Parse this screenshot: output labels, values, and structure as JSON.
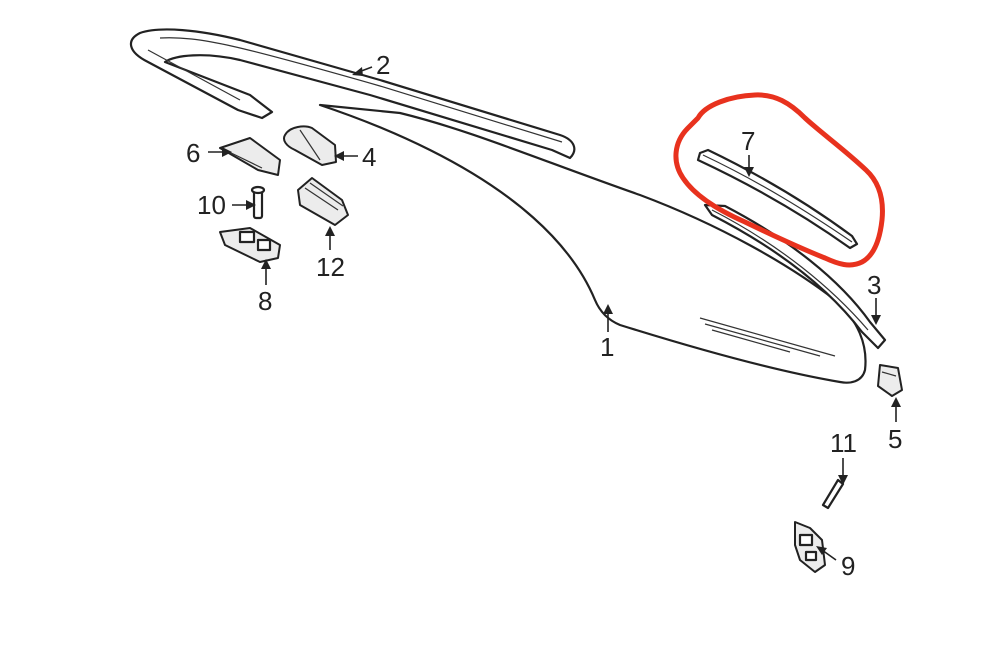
{
  "diagram": {
    "callouts": {
      "c1": "1",
      "c2": "2",
      "c3": "3",
      "c4": "4",
      "c5": "5",
      "c6": "6",
      "c7": "7",
      "c8": "8",
      "c9": "9",
      "c10": "10",
      "c11": "11",
      "c12": "12"
    },
    "highlight_color": "#e8321e",
    "highlighted_part": "7"
  }
}
